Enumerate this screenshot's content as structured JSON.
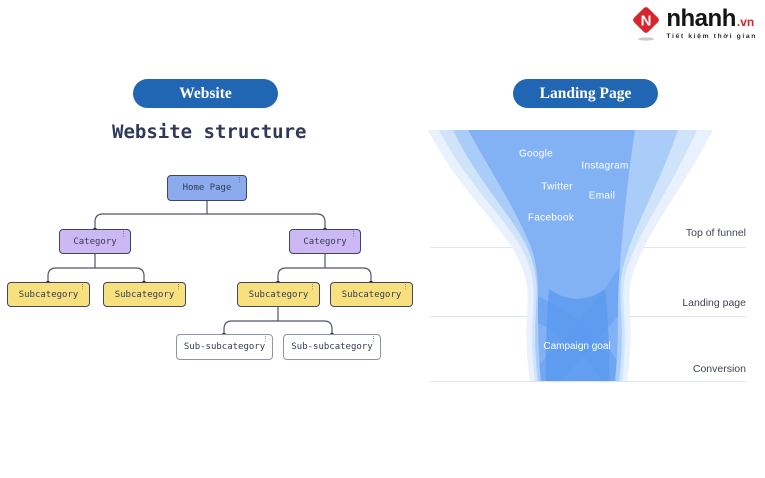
{
  "logo": {
    "icon_letter": "N",
    "brand": "nhanh",
    "tld": ".vn",
    "tagline": "Tiết kiệm thời gian",
    "red": "#d6252c"
  },
  "toggle": {
    "website_label": "Website",
    "landing_label": "Landing Page",
    "pill_color": "#2166b2"
  },
  "icons": {
    "more_options": "⋮"
  },
  "tree": {
    "title": "Website structure",
    "nodes": [
      {
        "label": "Home Page",
        "level": "home",
        "color": "#8caaee"
      },
      {
        "label": "Category",
        "level": "category",
        "color": "#ccb8f2"
      },
      {
        "label": "Category",
        "level": "category",
        "color": "#ccb8f2"
      },
      {
        "label": "Subcategory",
        "level": "subcategory",
        "color": "#f9e07f"
      },
      {
        "label": "Subcategory",
        "level": "subcategory",
        "color": "#f9e07f"
      },
      {
        "label": "Subcategory",
        "level": "subcategory",
        "color": "#f9e07f"
      },
      {
        "label": "Subcategory",
        "level": "subcategory",
        "color": "#f9e07f"
      },
      {
        "label": "Sub-subcategory",
        "level": "sub-subcategory",
        "color": "#ffffff"
      },
      {
        "label": "Sub-subcategory",
        "level": "sub-subcategory",
        "color": "#ffffff"
      }
    ]
  },
  "funnel": {
    "channels": [
      "Google",
      "Instagram",
      "Twitter",
      "Email",
      "Facebook"
    ],
    "goal": "Campaign goal",
    "stages": [
      "Top of funnel",
      "Landing page",
      "Conversion"
    ],
    "layer_colors": [
      "#e8f1fd",
      "#cfe3fb",
      "#a9ccf8",
      "#83b2f4",
      "#5a9aef"
    ]
  }
}
